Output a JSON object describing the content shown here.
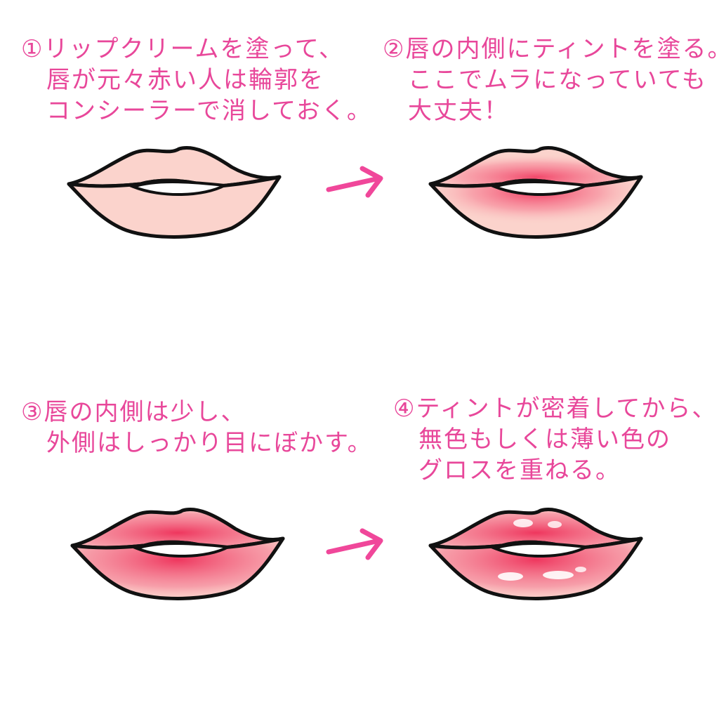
{
  "colors": {
    "text": "#e8479a",
    "arrow": "#f0479a",
    "outline": "#111111",
    "lip_base": "#fbd3cc",
    "tint": "#f0305a"
  },
  "steps": [
    {
      "lines": [
        "①リップクリームを塗って、",
        "　唇が元々赤い人は輪郭を",
        "　コンシーラーで消しておく。"
      ]
    },
    {
      "lines": [
        "②唇の内側にティントを塗る。",
        "　ここでムラになっていても",
        "　大丈夫！"
      ]
    },
    {
      "lines": [
        "③唇の内側は少し、",
        "　外側はしっかり目にぼかす。"
      ]
    },
    {
      "lines": [
        "④ティントが密着してから、",
        "　無色もしくは薄い色の",
        "　グロスを重ねる。"
      ]
    }
  ],
  "arrows": [
    "arrow-right-icon",
    "arrow-right-icon"
  ]
}
